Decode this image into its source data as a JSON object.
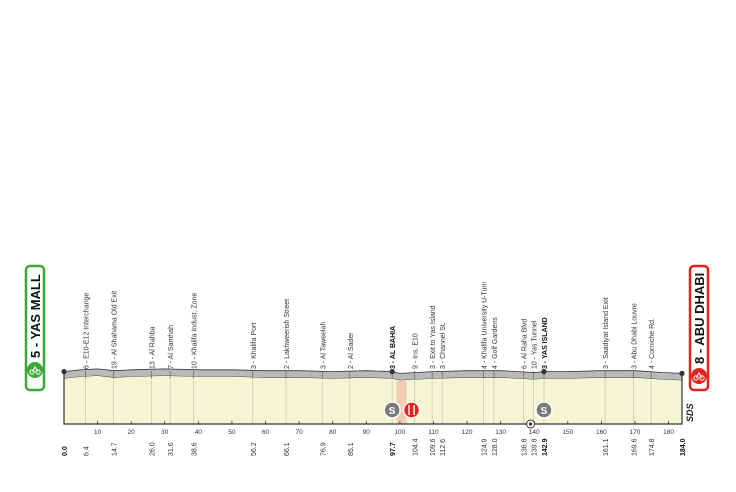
{
  "start": {
    "number": "5",
    "name": "YAS MALL"
  },
  "finish": {
    "number": "8",
    "name": "ABU DHABI"
  },
  "logo": "SDS",
  "colors": {
    "start_green": "#3aa935",
    "finish_red": "#e2231a",
    "profile_fill": "#f4f5d3",
    "terrain_grey": "#b9b9b9",
    "sprint_grey": "#7a7a7a",
    "feed_zone": "#f2c7ad"
  },
  "landmarks": [
    {
      "km": 6.4,
      "label": "6 - E10-E12 Interchange",
      "bold": false
    },
    {
      "km": 14.7,
      "label": "19 - Al Shahama Old Exit",
      "bold": false
    },
    {
      "km": 26.0,
      "label": "13 - Al Rahba",
      "bold": false
    },
    {
      "km": 31.6,
      "label": "7 - Al Samhah",
      "bold": false
    },
    {
      "km": 38.6,
      "label": "10 - Khalifa Indust. Zone",
      "bold": false
    },
    {
      "km": 56.2,
      "label": "3 - Khalifa Port",
      "bold": false
    },
    {
      "km": 66.1,
      "label": "2 - Lakhweerish Street",
      "bold": false
    },
    {
      "km": 76.9,
      "label": "3 - Al Taweelah",
      "bold": false
    },
    {
      "km": 85.1,
      "label": "2 - Al Sader",
      "bold": false
    },
    {
      "km": 97.7,
      "label": "3 - AL BAHIA",
      "bold": true
    },
    {
      "km": 104.4,
      "label": "9 - Ins. E10",
      "bold": false
    },
    {
      "km": 109.6,
      "label": "3 - Exit to Yas Island",
      "bold": false
    },
    {
      "km": 112.6,
      "label": "3 - Channel St.",
      "bold": false
    },
    {
      "km": 124.9,
      "label": "4 - Khalifa University U-Turn",
      "bold": false
    },
    {
      "km": 128.0,
      "label": "4 - Golf Gardens",
      "bold": false
    },
    {
      "km": 136.8,
      "label": "6 - Al Raha Blvd",
      "bold": false
    },
    {
      "km": 139.8,
      "label": "10 - Yas Tunnel",
      "bold": false
    },
    {
      "km": 142.9,
      "label": "3 - YAS ISLAND",
      "bold": true
    },
    {
      "km": 161.1,
      "label": "3 - Saadiyat Island Exit",
      "bold": false
    },
    {
      "km": 169.6,
      "label": "3 - Abu Dhabi Louvre",
      "bold": false
    },
    {
      "km": 174.8,
      "label": "4 - Corniche Rd.",
      "bold": false
    }
  ],
  "km_markers": [
    {
      "km": 0.0,
      "label": "0.0",
      "bold": true
    },
    {
      "km": 6.4,
      "label": "6.4",
      "bold": false
    },
    {
      "km": 14.7,
      "label": "14.7",
      "bold": false
    },
    {
      "km": 26.0,
      "label": "26.0",
      "bold": false
    },
    {
      "km": 31.6,
      "label": "31.6",
      "bold": false
    },
    {
      "km": 38.6,
      "label": "38.6",
      "bold": false
    },
    {
      "km": 56.2,
      "label": "56.2",
      "bold": false
    },
    {
      "km": 66.1,
      "label": "66.1",
      "bold": false
    },
    {
      "km": 76.9,
      "label": "76.9",
      "bold": false
    },
    {
      "km": 85.1,
      "label": "85.1",
      "bold": false
    },
    {
      "km": 97.7,
      "label": "97.7",
      "bold": true
    },
    {
      "km": 104.4,
      "label": "104.4",
      "bold": false
    },
    {
      "km": 109.6,
      "label": "109.6",
      "bold": false
    },
    {
      "km": 112.6,
      "label": "112.6",
      "bold": false
    },
    {
      "km": 124.9,
      "label": "124.9",
      "bold": false
    },
    {
      "km": 128.0,
      "label": "128.0",
      "bold": false
    },
    {
      "km": 136.8,
      "label": "136.8",
      "bold": false
    },
    {
      "km": 139.8,
      "label": "139.8",
      "bold": false
    },
    {
      "km": 142.9,
      "label": "142.9",
      "bold": true
    },
    {
      "km": 161.1,
      "label": "161.1",
      "bold": false
    },
    {
      "km": 169.6,
      "label": "169.6",
      "bold": false
    },
    {
      "km": 174.8,
      "label": "174.8",
      "bold": false
    },
    {
      "km": 184.0,
      "label": "184.0",
      "bold": true
    }
  ],
  "scale_ticks": [
    "10",
    "20",
    "30",
    "40",
    "50",
    "60",
    "70",
    "80",
    "90",
    "100",
    "110",
    "120",
    "130",
    "140",
    "150",
    "160",
    "170",
    "180"
  ],
  "scale_values": [
    10,
    20,
    30,
    40,
    50,
    60,
    70,
    80,
    90,
    100,
    110,
    120,
    130,
    140,
    150,
    160,
    170,
    180
  ],
  "total_km": 184.0,
  "sprints": [
    {
      "km": 97.7,
      "symbol": "S"
    },
    {
      "km": 142.9,
      "symbol": "S"
    }
  ],
  "feed_zone": {
    "km_from": 99.0,
    "km_to": 102.0,
    "symbol": "feed-zone-icon"
  },
  "tunnel": {
    "km": 139.8,
    "symbol": "tunnel-icon"
  },
  "elevation_profile": [
    [
      0,
      6
    ],
    [
      5,
      8
    ],
    [
      10,
      9
    ],
    [
      15,
      7
    ],
    [
      20,
      8
    ],
    [
      30,
      9
    ],
    [
      40,
      8
    ],
    [
      50,
      8
    ],
    [
      60,
      7
    ],
    [
      70,
      7
    ],
    [
      80,
      6
    ],
    [
      90,
      7
    ],
    [
      97.7,
      6
    ],
    [
      100,
      4
    ],
    [
      105,
      5
    ],
    [
      110,
      6
    ],
    [
      120,
      7
    ],
    [
      130,
      7
    ],
    [
      140,
      5
    ],
    [
      143,
      6
    ],
    [
      150,
      6
    ],
    [
      160,
      7
    ],
    [
      170,
      7
    ],
    [
      178,
      5
    ],
    [
      184,
      4
    ]
  ]
}
